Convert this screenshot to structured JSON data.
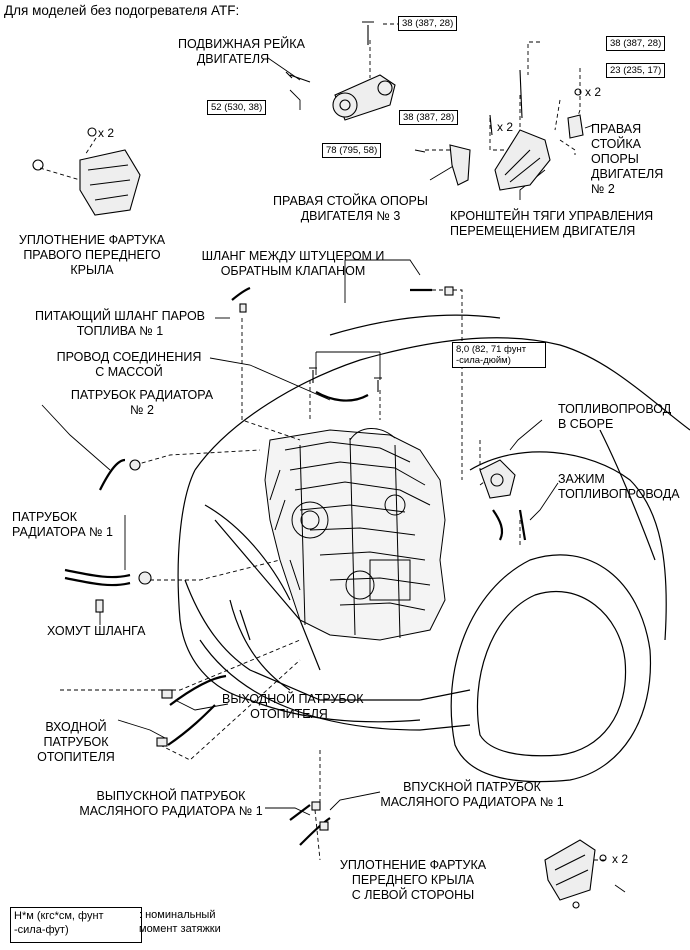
{
  "title": "Для моделей без подогревателя ATF:",
  "labels": {
    "movable_bar": "ПОДВИЖНАЯ РЕЙКА\nДВИГАТЕЛЯ",
    "right_fender_seal": "УПЛОТНЕНИЕ ФАРТУКА\nПРАВОГО ПЕРЕДНЕГО\nКРЫЛА",
    "right_mount_3": "ПРАВАЯ СТОЙКА ОПОРЫ\nДВИГАТЕЛЯ № 3",
    "control_bracket": "КРОНШТЕЙН ТЯГИ УПРАВЛЕНИЯ\nПЕРЕМЕЩЕНИЕМ ДВИГАТЕЛЯ",
    "right_mount_2": "ПРАВАЯ\nСТОЙКА\nОПОРЫ\nДВИГАТЕЛЯ\n№ 2",
    "vapor_hose_union": "ШЛАНГ МЕЖДУ ШТУЦЕРОМ И\nОБРАТНЫМ КЛАПАНОМ",
    "fuel_vapor_hose": "ПИТАЮЩИЙ ШЛАНГ ПАРОВ\nТОПЛИВА № 1",
    "ground_wire": "ПРОВОД СОЕДИНЕНИЯ\nС МАССОЙ",
    "radiator_hose_2": "ПАТРУБОК РАДИАТОРА\n№ 2",
    "fuel_tube": "ТОПЛИВОПРОВОД\nВ СБОРЕ",
    "fuel_tube_clamp": "ЗАЖИМ\nТОПЛИВОПРОВОДА",
    "radiator_hose_1": "ПАТРУБОК\nРАДИАТОРА № 1",
    "hose_clamp": "ХОМУТ ШЛАНГА",
    "heater_outlet": "ВЫХОДНОЙ ПАТРУБОК\nОТОПИТЕЛЯ",
    "heater_inlet": "ВХОДНОЙ\nПАТРУБОК\nОТОПИТЕЛЯ",
    "oil_cooler_outlet": "ВЫПУСКНОЙ ПАТРУБОК\nМАСЛЯНОГО РАДИАТОРА № 1",
    "oil_cooler_inlet": "ВПУСКНОЙ ПАТРУБОК\nМАСЛЯНОГО РАДИАТОРА № 1",
    "left_fender_seal": "УПЛОТНЕНИЕ ФАРТУКА\nПЕРЕДНЕГО КРЫЛА\nС ЛЕВОЙ СТОРОНЫ"
  },
  "torques": {
    "t_top": "38 (387, 28)",
    "t_52": "52 (530, 38)",
    "t_right_38": "38 (387, 28)",
    "t_23": "23 (235, 17)",
    "t_mid_38": "38 (387, 28)",
    "t_78": "78 (795, 58)",
    "t_8": "8,0 (82, 71 фунт\n-сила-дюйм)"
  },
  "multipliers": {
    "m_fender_right": "x 2",
    "m_23": "x 2",
    "m_mid_38": "x 2",
    "m_fender_left": "x 2"
  },
  "legend": {
    "box": "Н*м (кгс*см, фунт\n-сила-фут)",
    "text": ": номинальный\nмомент затяжки"
  }
}
